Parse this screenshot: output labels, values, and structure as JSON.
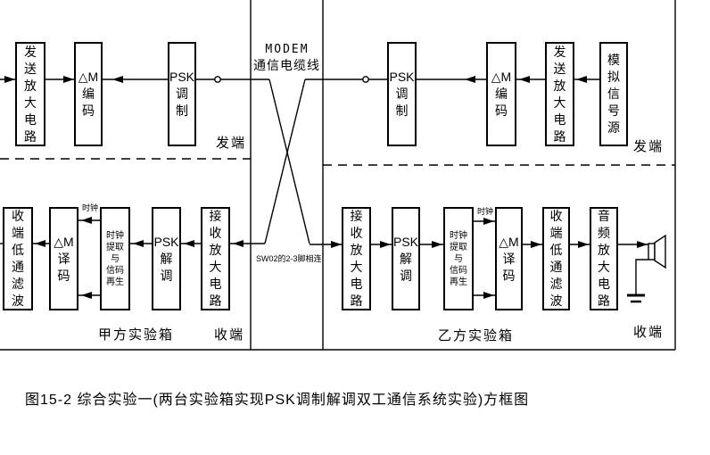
{
  "colors": {
    "ink": "#000000",
    "background": "#ffffff"
  },
  "caption": "图15-2  综合实验一(两台实验箱实现PSK调制解调双工通信系统实验)方框图",
  "channel": {
    "modem_label": "MODEM",
    "cable_label": "通信电缆线",
    "wiring_note": "SW02的2-3脚相连"
  },
  "station_a": {
    "name": "甲方实验箱",
    "tx_label": "发端",
    "rx_label": "收端",
    "clock_label": "时钟",
    "tx_chain": [
      "发\n送\n放\n大\n电\n路",
      "△M\n编\n码",
      "PSK\n调\n制"
    ],
    "rx_chain": [
      "接\n收\n放\n大\n电\n路",
      "PSK\n解\n调",
      "时钟\n提取\n与\n信码\n再生",
      "△M\n译\n码",
      "收\n端\n低\n通\n滤\n波"
    ]
  },
  "station_b": {
    "name": "乙方实验箱",
    "tx_label": "发端",
    "rx_label": "收端",
    "clock_label": "时钟",
    "source": "模\n拟\n信\n号\n源",
    "tx_chain": [
      "发\n送\n放\n大\n电\n路",
      "△M\n编\n码",
      "PSK\n调\n制"
    ],
    "rx_chain": [
      "接\n收\n放\n大\n电\n路",
      "PSK\n解\n调",
      "时钟\n提取\n与\n信码\n再生",
      "△M\n译\n码",
      "收\n端\n低\n通\n滤\n波",
      "音\n频\n放\n大\n电\n路"
    ]
  }
}
